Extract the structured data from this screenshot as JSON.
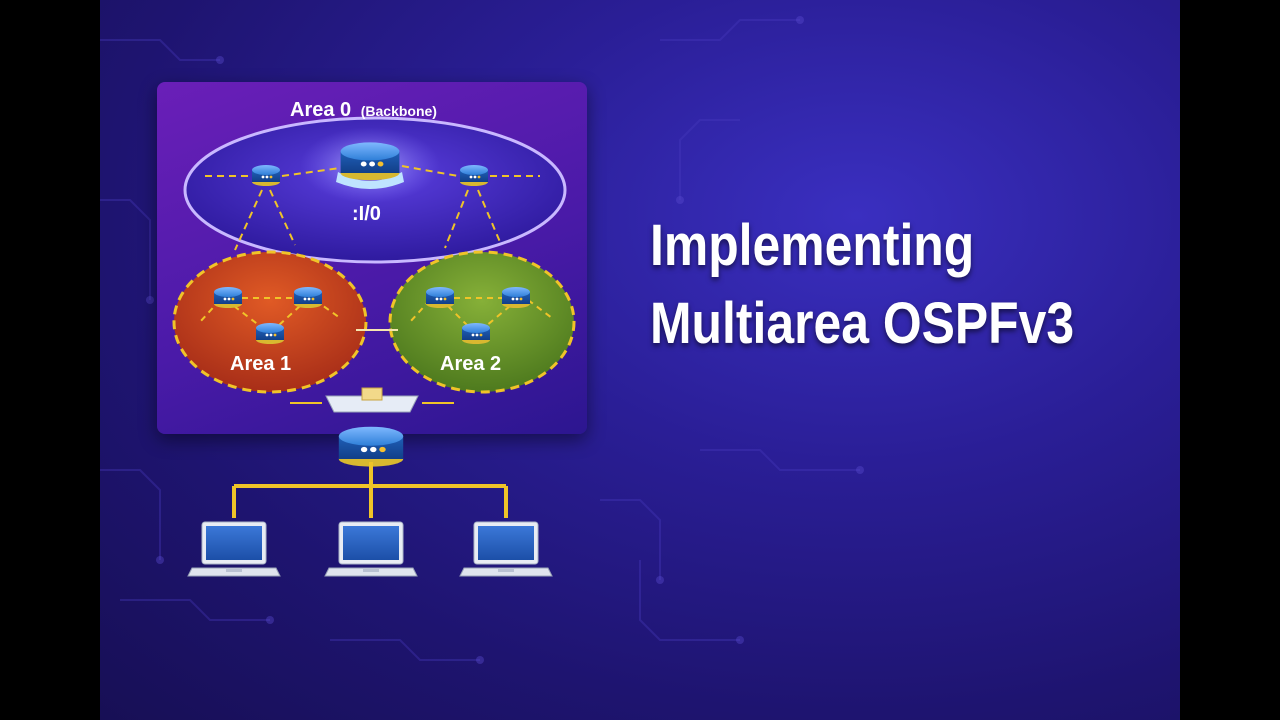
{
  "title": {
    "line1": "Implementing",
    "line2": "Multiarea OSPFv3"
  },
  "diagram": {
    "backbone": {
      "name": "Area 0",
      "qualifier": "(Backbone)",
      "address": ":I/0"
    },
    "area1": {
      "name": "Area 1"
    },
    "area2": {
      "name": "Area 2"
    }
  },
  "colors": {
    "router_blue": "#2f7fd8",
    "link_yellow": "#f0c428",
    "area1_fill": "#c8421c",
    "area2_fill": "#6e9a2a",
    "backbone_fill": "#3b22b5"
  }
}
